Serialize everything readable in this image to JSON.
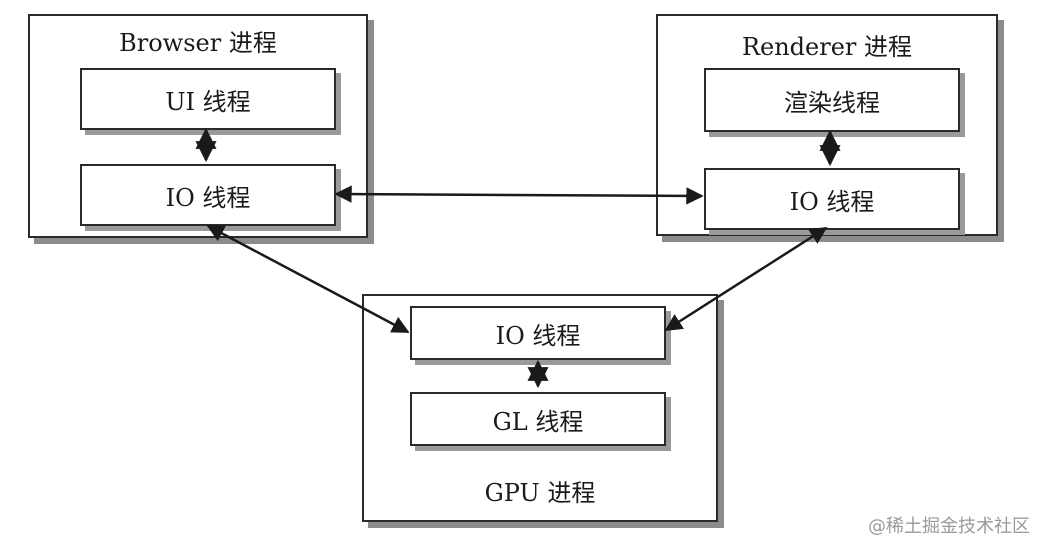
{
  "processes": {
    "browser": {
      "title": "Browser 进程",
      "threads": {
        "ui": "UI 线程",
        "io": "IO 线程"
      }
    },
    "renderer": {
      "title": "Renderer 进程",
      "threads": {
        "render": "渲染线程",
        "io": "IO 线程"
      }
    },
    "gpu": {
      "title": "GPU 进程",
      "threads": {
        "io": "IO 线程",
        "gl": "GL 线程"
      }
    }
  },
  "watermark": "@稀土掘金技术社区",
  "colors": {
    "stroke": "#1a1a1a",
    "shadow": "#8c8c8c",
    "watermark": "#9a9a9a"
  }
}
